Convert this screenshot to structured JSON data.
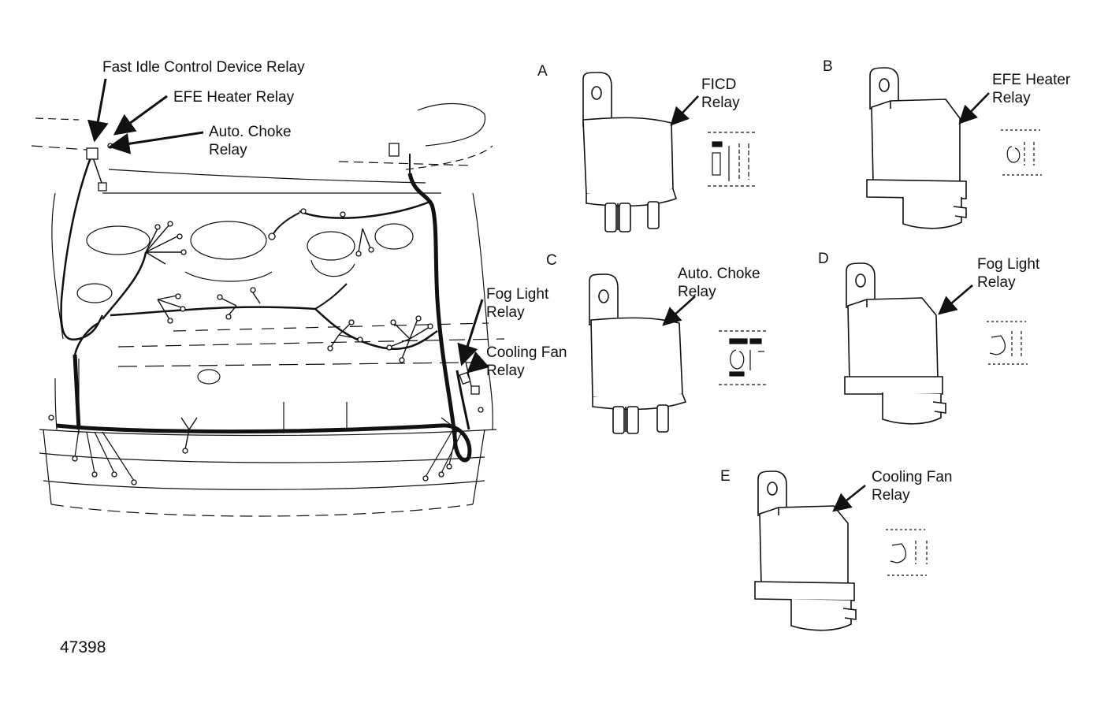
{
  "engine_callouts": {
    "ficd": "Fast Idle Control Device Relay",
    "efe": "EFE Heater Relay",
    "auto_choke_line1": "Auto. Choke",
    "auto_choke_line2": "Relay",
    "fog_line1": "Fog Light",
    "fog_line2": "Relay",
    "cooling_line1": "Cooling Fan",
    "cooling_line2": "Relay"
  },
  "relays": [
    {
      "letter": "A",
      "line1": "FICD",
      "line2": "Relay"
    },
    {
      "letter": "B",
      "line1": "EFE Heater",
      "line2": "Relay"
    },
    {
      "letter": "C",
      "line1": "Auto. Choke",
      "line2": "Relay"
    },
    {
      "letter": "D",
      "line1": "Fog Light",
      "line2": "Relay"
    },
    {
      "letter": "E",
      "line1": "Cooling Fan",
      "line2": "Relay"
    }
  ],
  "figure_number": "47398",
  "colors": {
    "ink": "#111111",
    "paper": "#ffffff"
  }
}
